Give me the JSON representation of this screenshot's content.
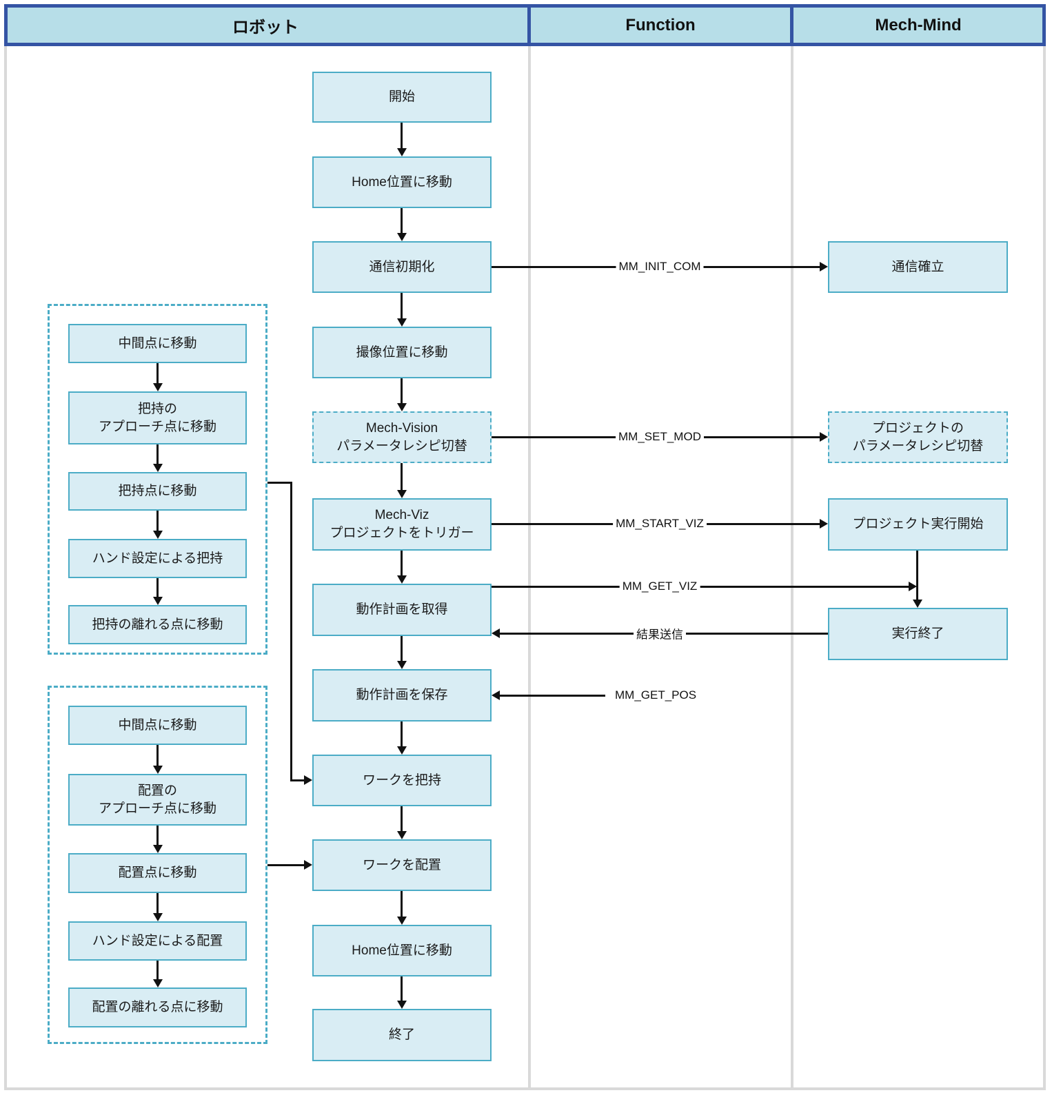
{
  "header": {
    "columns": [
      "ロボット",
      "Function",
      "Mech-Mind"
    ]
  },
  "robot_flow": {
    "start": "開始",
    "home1": "Home位置に移動",
    "init_com": "通信初期化",
    "move_capture": "撮像位置に移動",
    "vision_recipe": "Mech-Vision\nパラメータレシピ切替",
    "viz_trigger": "Mech-Viz\nプロジェクトをトリガー",
    "get_plan": "動作計画を取得",
    "save_plan": "動作計画を保存",
    "grasp_work": "ワークを把持",
    "place_work": "ワークを配置",
    "home2": "Home位置に移動",
    "end": "終了"
  },
  "grasp_group": {
    "mid_point": "中間点に移動",
    "approach": "把持の\nアプローチ点に移動",
    "grasp_point": "把持点に移動",
    "hand_grasp": "ハンド設定による把持",
    "depart": "把持の離れる点に移動"
  },
  "place_group": {
    "mid_point": "中間点に移動",
    "approach": "配置の\nアプローチ点に移動",
    "place_point": "配置点に移動",
    "hand_place": "ハンド設定による配置",
    "depart": "配置の離れる点に移動"
  },
  "mechmind": {
    "com_established": "通信確立",
    "project_recipe": "プロジェクトの\nパラメータレシピ切替",
    "run_start": "プロジェクト実行開始",
    "run_end": "実行終了"
  },
  "functions": {
    "init_com": "MM_INIT_COM",
    "set_mod": "MM_SET_MOD",
    "start_viz": "MM_START_VIZ",
    "get_viz": "MM_GET_VIZ",
    "send_result": "結果送信",
    "get_pos": "MM_GET_POS"
  },
  "colors": {
    "header_fill": "#b7dee8",
    "header_border": "#3454a4",
    "box_fill": "#d9edf4",
    "box_border": "#4bacc6",
    "lane_line": "#d9d9d9",
    "arrow": "#111111"
  }
}
